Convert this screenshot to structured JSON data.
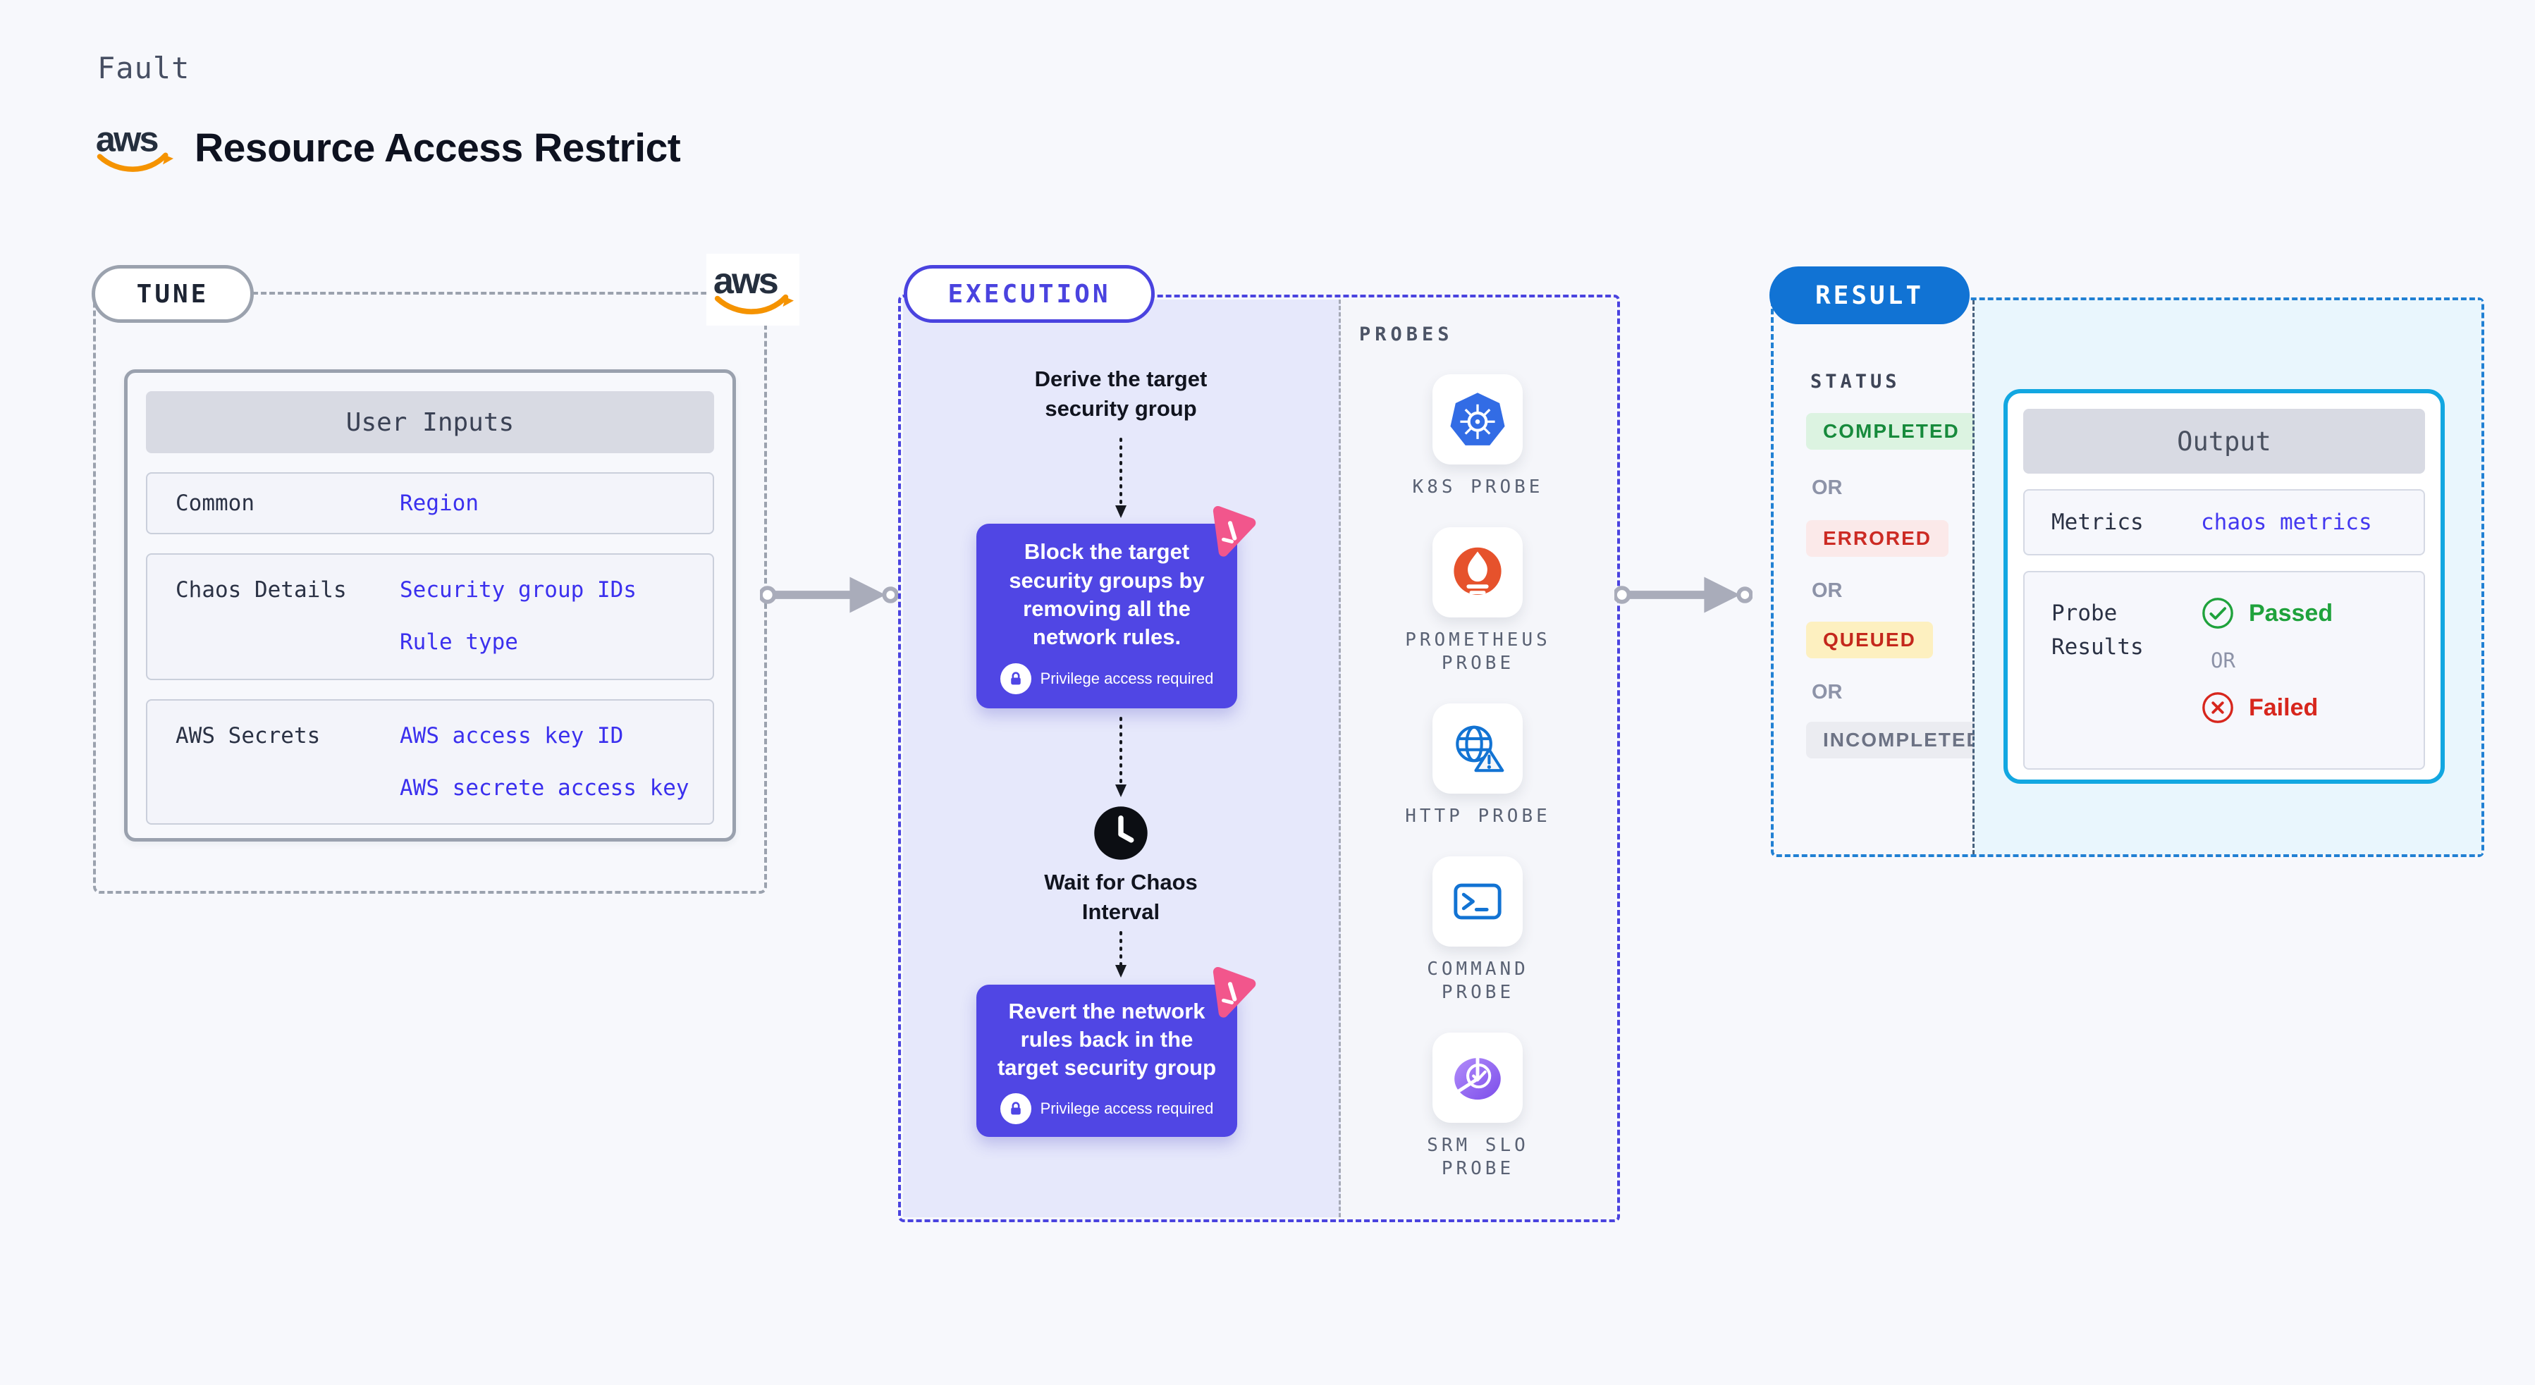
{
  "header": {
    "fault_label": "Fault",
    "title": "Resource Access Restrict",
    "aws_logo_text": "aws"
  },
  "tune": {
    "badge": "TUNE",
    "user_inputs": {
      "header": "User Inputs",
      "rows": [
        {
          "label": "Common",
          "values": [
            "Region"
          ]
        },
        {
          "label": "Chaos Details",
          "values": [
            "Security group IDs",
            "Rule type"
          ]
        },
        {
          "label": "AWS Secrets",
          "values": [
            "AWS access key ID",
            "AWS secrete access key"
          ]
        }
      ]
    }
  },
  "execution": {
    "badge": "EXECUTION",
    "flow": {
      "step1": "Derive the target security group",
      "box1": "Block the target security groups by removing all the network rules.",
      "privilege_label": "Privilege access required",
      "wait_label": "Wait for Chaos Interval",
      "box2": "Revert the network rules back in the target security group"
    },
    "probes": {
      "label": "PROBES",
      "items": [
        {
          "name": "k8s-probe",
          "lines": [
            "K8S PROBE"
          ]
        },
        {
          "name": "prometheus-probe",
          "lines": [
            "PROMETHEUS",
            "PROBE"
          ]
        },
        {
          "name": "http-probe",
          "lines": [
            "HTTP PROBE"
          ]
        },
        {
          "name": "command-probe",
          "lines": [
            "COMMAND",
            "PROBE"
          ]
        },
        {
          "name": "srm-slo-probe",
          "lines": [
            "SRM SLO",
            "PROBE"
          ]
        }
      ]
    }
  },
  "result": {
    "badge": "RESULT",
    "status": {
      "label": "STATUS",
      "or_label": "OR",
      "badges": [
        {
          "label": "COMPLETED",
          "variant": "completed"
        },
        {
          "label": "ERRORED",
          "variant": "errored"
        },
        {
          "label": "QUEUED",
          "variant": "queued"
        },
        {
          "label": "INCOMPLETED",
          "variant": "incompleted"
        }
      ]
    },
    "output": {
      "header": "Output",
      "metrics_label": "Metrics",
      "metrics_value": "chaos metrics",
      "probe_results_label": "Probe Results",
      "passed_label": "Passed",
      "or_label": "OR",
      "failed_label": "Failed"
    }
  },
  "colors": {
    "accent_indigo": "#4a43df",
    "purple_box": "#5046e4",
    "result_blue": "#1173d4",
    "cyan_border": "#12a7e1",
    "value_blue": "#3b30ee",
    "green": "#1fa23c",
    "red": "#d7261d",
    "aws_orange": "#f59300",
    "lavender_panel": "#e6e8fb",
    "light_blue_panel": "#e9f6fd",
    "k8s_blue": "#326ce5",
    "prometheus_orange": "#e6522c"
  }
}
